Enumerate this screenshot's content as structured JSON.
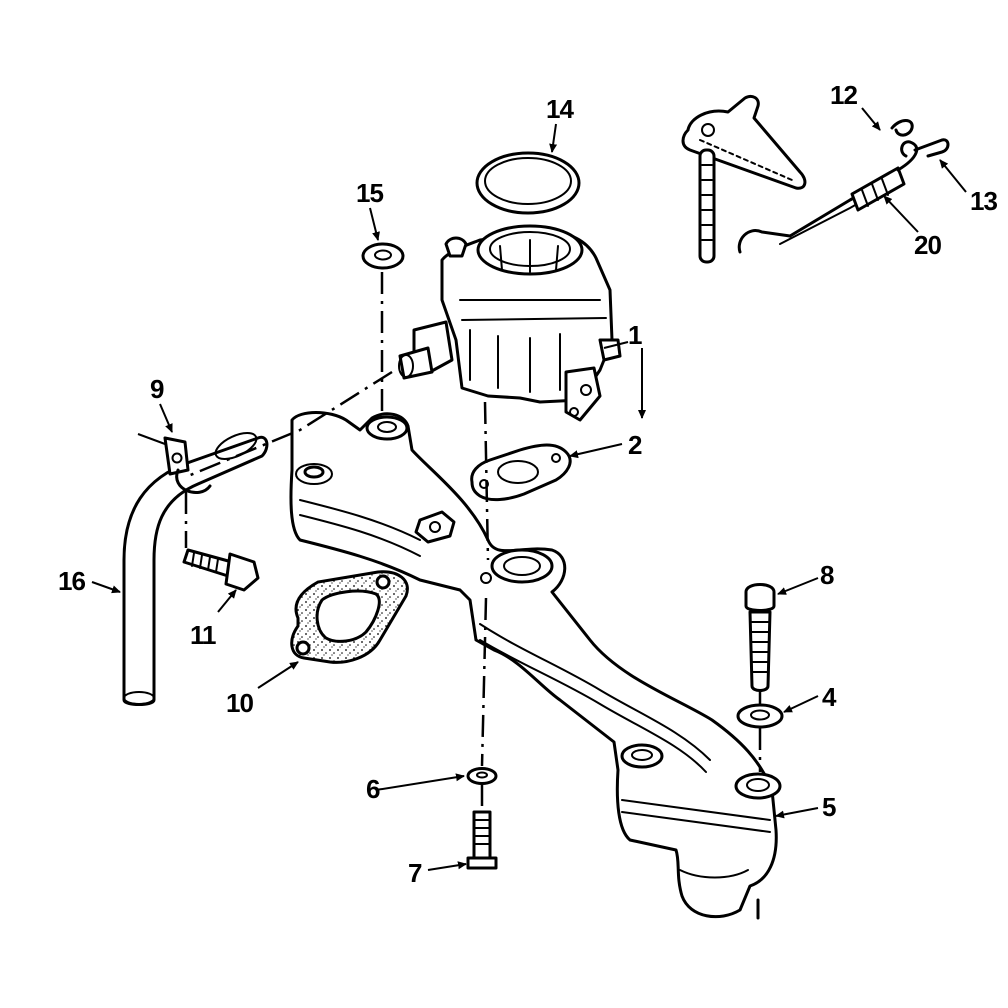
{
  "callouts": {
    "c1": "1",
    "c2": "2",
    "c4": "4",
    "c5": "5",
    "c6": "6",
    "c7": "7",
    "c8": "8",
    "c9": "9",
    "c10": "10",
    "c11": "11",
    "c12": "12",
    "c13": "13",
    "c14": "14",
    "c15": "15",
    "c16": "16",
    "c20": "20"
  }
}
